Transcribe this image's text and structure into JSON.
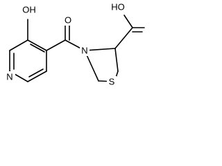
{
  "labels": {
    "hydroxyl": "OH",
    "ring_nitrogen": "N",
    "carbonyl_oxygen": "O",
    "amide_nitrogen": "N",
    "sulfur": "S",
    "carboxylic_acid": "HO"
  },
  "colors": {
    "bond": "#000000",
    "text": "#000000",
    "background": "#ffffff"
  }
}
